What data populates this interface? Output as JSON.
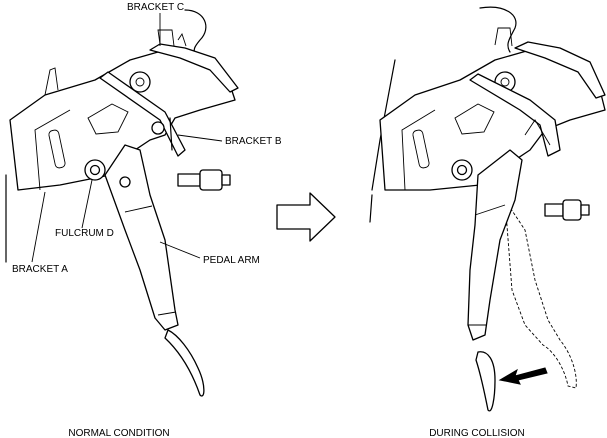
{
  "labels": {
    "bracket_c": "BRACKET C",
    "bracket_b": "BRACKET B",
    "fulcrum_d": "FULCRUM D",
    "bracket_a": "BRACKET A",
    "pedal_arm": "PEDAL ARM"
  },
  "captions": {
    "normal": "NORMAL CONDITION",
    "collision": "DURING COLLISION"
  }
}
